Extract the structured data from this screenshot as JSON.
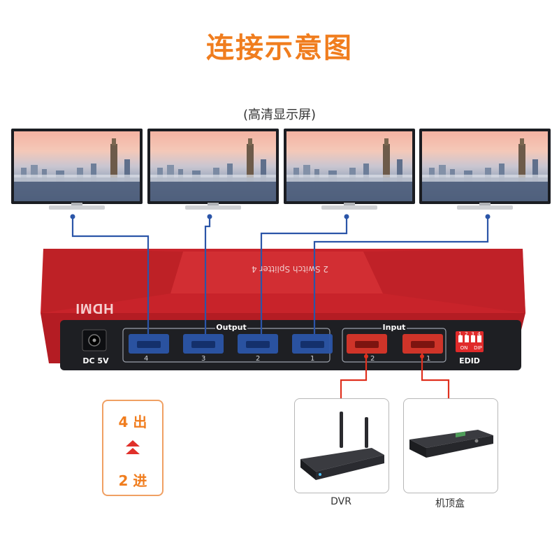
{
  "header": {
    "title": "连接示意图",
    "subtitle": "(高清显示屏)"
  },
  "displays": [
    {
      "id": "display-1"
    },
    {
      "id": "display-2"
    },
    {
      "id": "display-3"
    },
    {
      "id": "display-4"
    }
  ],
  "splitter": {
    "brand_logo": "HDMI",
    "top_label": "2 Switch Splitter 4",
    "power_label": "DC 5V",
    "output_label": "Output",
    "input_label": "Input",
    "edid_label": "EDID",
    "dip_numbers": [
      "1",
      "2",
      "3",
      "4"
    ],
    "dip_on": "ON",
    "dip_name": "DIP",
    "output_port_numbers": [
      "4",
      "3",
      "2",
      "1"
    ],
    "input_port_numbers": [
      "2",
      "1"
    ],
    "colors": {
      "body": "#d42a2a",
      "output_port": "#2b55a8",
      "input_port": "#d9362a"
    }
  },
  "badge": {
    "line1": "4 出",
    "line2": "2 进"
  },
  "devices": [
    {
      "label": "DVR",
      "icon": "dvr-icon"
    },
    {
      "label": "机顶盒",
      "icon": "set-top-box-icon"
    }
  ]
}
